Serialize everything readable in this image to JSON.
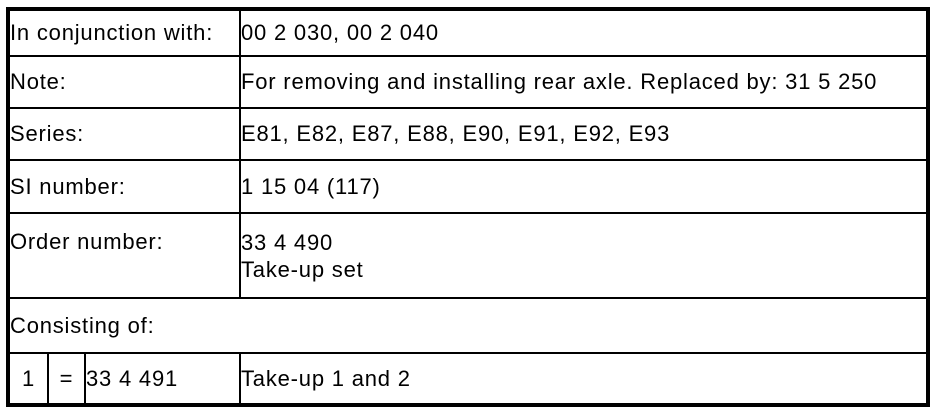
{
  "colors": {
    "border": "#000000",
    "background": "#ffffff",
    "text": "#000000"
  },
  "table": {
    "rows": [
      {
        "label": "In conjunction with:",
        "value": "00 2 030, 00 2 040"
      },
      {
        "label": "Note:",
        "value": "For removing and installing rear axle. Replaced by: 31 5 250"
      },
      {
        "label": "Series:",
        "value": "E81, E82, E87, E88, E90, E91, E92, E93"
      },
      {
        "label": "SI number:",
        "value": "1 15 04 (117)"
      },
      {
        "label": "Order number:",
        "lines": [
          "33 4 490",
          "Take-up set"
        ]
      }
    ],
    "section_header": "Consisting of:",
    "items": [
      {
        "index": "1",
        "equals": "=",
        "part_number": "33 4 491",
        "description": "Take-up 1 and 2"
      }
    ]
  }
}
